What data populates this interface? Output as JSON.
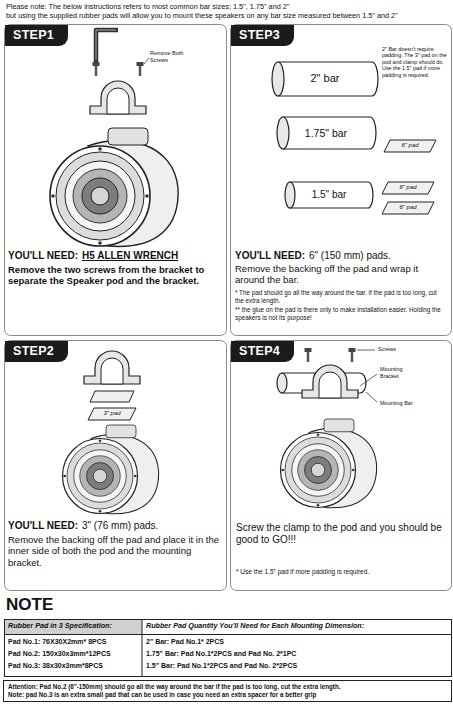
{
  "diagram": {
    "nodes": [
      {
        "text": [
          "STEP1"
        ]
      },
      {
        "text": [
          "STEP3"
        ]
      },
      {
        "text": [
          "STEP2"
        ]
      },
      {
        "text": [
          "STEP4"
        ]
      },
      {
        "text": [
          "Attention: Pad No.2 (6\"-150mm) should go all the way around the bar if the pad is too long, cut the extra length.",
          "Note: pad No.3 is an extra small pad that can be used in case you need an extra spacer for a better grip"
        ]
      }
    ],
    "labels": [
      "Please note: The below instructions refers to most common bar sizes; 1.5\", 1.75\" and 2\"",
      "but using the supplied rubber pads will allow you to mount these speakers on any bar size measured between 1.5\" and 2\"",
      "Remove Both Screws",
      "YOU'LL NEED:",
      "H5 ALLEN WRENCH",
      "Remove the two screws from the bracket to separate the Speaker pod and the bracket.",
      "2\" bar",
      "2\" Bar doesn't require padding. The 3\" pad on the pod and clamp should do. Use the 1.5\" pad if more padding is required.",
      "1.75\" bar",
      "6\" pad",
      "1.5\" bar",
      "6\" pad",
      "6\" pad",
      "YOU'LL NEED:",
      "6\" (150 mm) pads.",
      "Remove the backing off the pad and wrap it around the bar.",
      "* The pad should go all the way around the bar. if the pad is too long, cut the extra length.",
      "** the glue on the pad is there only to make installation easier. Holding the speakers is not its purpose!",
      "3\" pad",
      "YOU'LL NEED:",
      "3\" (76 mm) pads.",
      "Remove the backing off the pad and place it in the inner side of both the pod and the mounting bracket.",
      "Screws",
      "Mounting Bracket",
      "Mounting Bar",
      "Screw the clamp to the pod and you should be good to GO!!!",
      "* Use the 1.5\" pad if more padding is required.",
      "NOTE",
      "Rubber Pad in 3 Specification:",
      "Rubber Pad Quantity You'll Need for Each Mounting Dimension:",
      "Pad No.1: 76X30X2mm* 8PCS",
      "2\" Bar: Pad No.1* 2PCS",
      "Pad No.2: 150x30x3mm*12PCS",
      "1.75\" Bar: Pad No.1*2PCS and Pad No. 2*1PC",
      "Pad No.3: 38x30x3mm*8PCS",
      "1.5\" Bar: Pad No.1*2PCS and Pad No. 2*2PCS"
    ]
  }
}
